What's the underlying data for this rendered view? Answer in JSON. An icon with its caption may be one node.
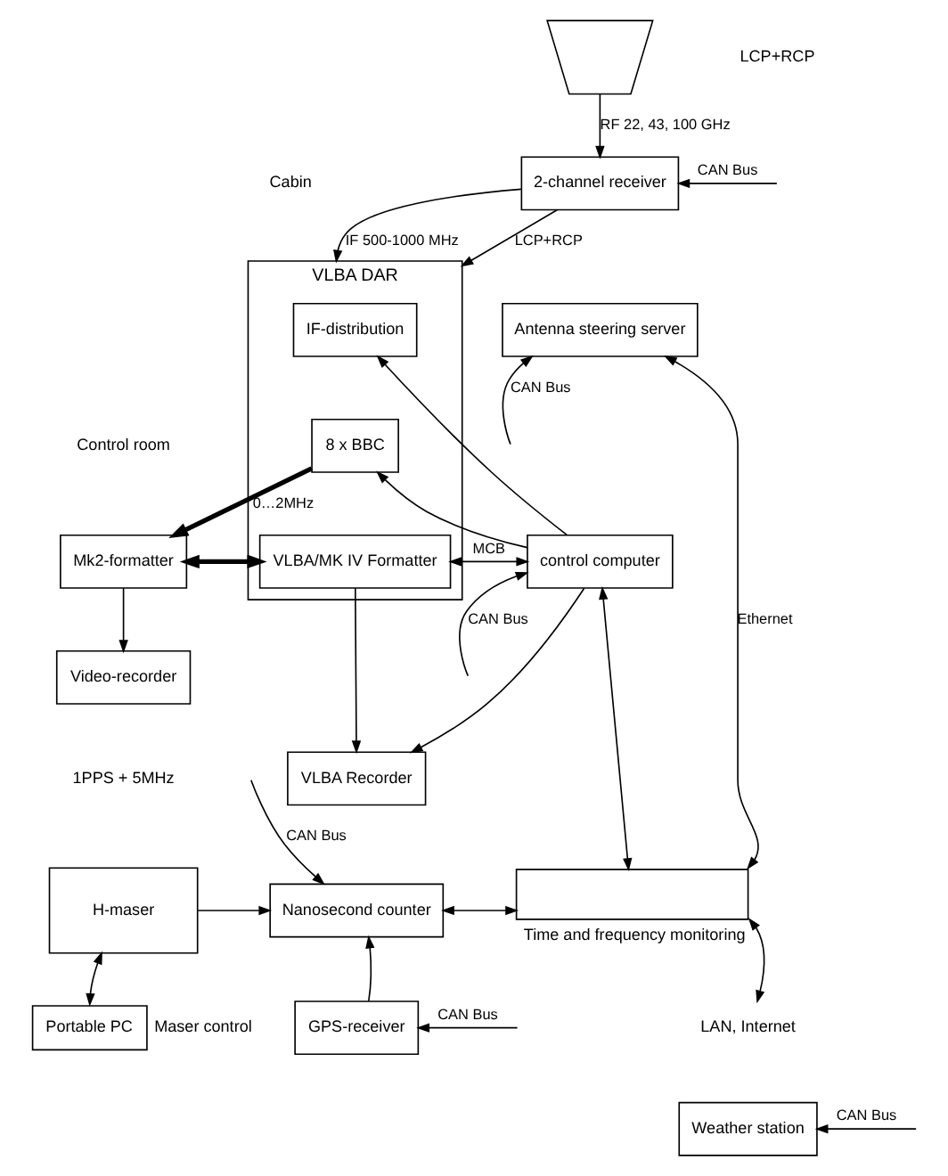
{
  "diagram": {
    "nodes": [
      {
        "text": [],
        "shape": "picture"
      },
      {
        "text": [
          "2-channel receiver"
        ]
      },
      {
        "text": [
          "VLBA DAR"
        ]
      },
      {
        "text": [
          "IF-distribution"
        ],
        "in": 2
      },
      {
        "text": [
          "8 x BBC"
        ],
        "in": 2
      },
      {
        "text": [
          "VLBA/MK IV Formatter"
        ],
        "in": 2
      },
      {
        "text": [
          "Antenna steering server"
        ]
      },
      {
        "text": [
          "Mk2-formatter"
        ]
      },
      {
        "text": [
          "control computer"
        ]
      },
      {
        "text": [
          "Video-recorder"
        ]
      },
      {
        "text": [
          "VLBA Recorder"
        ]
      },
      {
        "text": [
          "H-maser"
        ]
      },
      {
        "text": [
          "Nanosecond counter"
        ]
      },
      {
        "text": [],
        "shape": "box",
        "beside": [
          "Time and frequency monitoring"
        ]
      },
      {
        "text": [
          "LAN, Internet"
        ]
      },
      {
        "text": [
          "GPS-receiver"
        ]
      },
      {
        "text": [
          "Portable PC"
        ],
        "beside": [
          "Maser control"
        ]
      },
      {
        "text": [
          "Weather station"
        ]
      }
    ],
    "edges": [
      {
        "from": 0,
        "to": 1,
        "arrow": "to",
        "label": "RF 22, 43, 100 GHz"
      },
      {
        "from": null,
        "to": 1,
        "arrow": "to",
        "label": "CAN Bus"
      },
      {
        "from": 1,
        "to": 2,
        "arrow": "to",
        "label": "IF 500-1000 MHz"
      },
      {
        "from": 1,
        "to": 2,
        "arrow": "to",
        "label": "LCP+RCP"
      },
      {
        "from": 4,
        "to": 7,
        "arrow": "to",
        "label": "0…2MHz",
        "style": "thick"
      },
      {
        "from": 7,
        "to": 5,
        "arrow": "both",
        "style": "thick"
      },
      {
        "from": 7,
        "to": 9,
        "arrow": "to"
      },
      {
        "from": 5,
        "to": 10,
        "arrow": "to"
      },
      {
        "from": 8,
        "to": 3,
        "arrow": "to"
      },
      {
        "from": 8,
        "to": 4,
        "arrow": "to"
      },
      {
        "from": 8,
        "to": 5,
        "arrow": "both",
        "label": "MCB"
      },
      {
        "from": 8,
        "to": 10,
        "arrow": "to"
      },
      {
        "from": null,
        "to": 6,
        "arrow": "to",
        "label": "CAN Bus"
      },
      {
        "from": null,
        "to": 8,
        "arrow": "to",
        "label": "CAN Bus"
      },
      {
        "from": 13,
        "to": 6,
        "arrow": "both",
        "label": "Ethernet"
      },
      {
        "from": 13,
        "to": 8,
        "arrow": "both"
      },
      {
        "from": 13,
        "to": 14,
        "arrow": "both"
      },
      {
        "from": null,
        "to": 12,
        "arrow": "to",
        "label": "CAN Bus"
      },
      {
        "from": 11,
        "to": 12,
        "arrow": "to"
      },
      {
        "from": 12,
        "to": 13,
        "arrow": "both"
      },
      {
        "from": 15,
        "to": 12,
        "arrow": "to"
      },
      {
        "from": null,
        "to": 15,
        "arrow": "to",
        "label": "CAN Bus"
      },
      {
        "from": 11,
        "to": 16,
        "arrow": "both"
      },
      {
        "from": null,
        "to": 17,
        "arrow": "to",
        "label": "CAN Bus"
      }
    ],
    "labels": [
      "LCP+RCP",
      "Cabin",
      "Control room",
      "1PPS + 5MHz"
    ]
  }
}
